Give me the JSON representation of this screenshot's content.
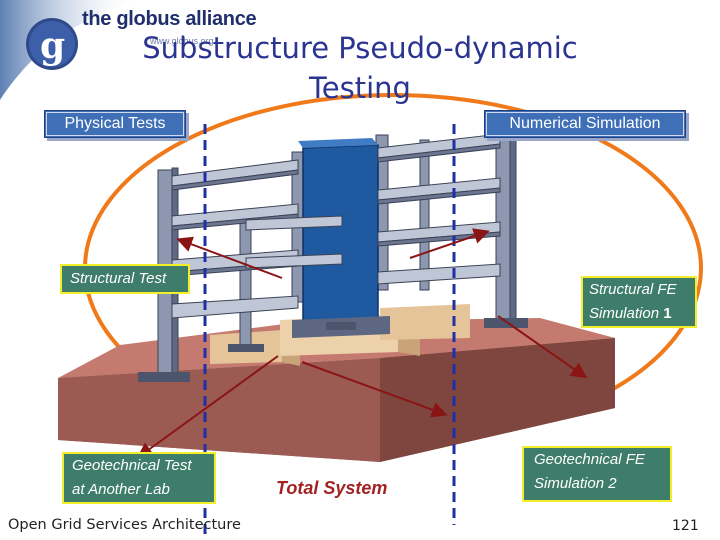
{
  "logo": {
    "brand": "the globus alliance",
    "url": "www.globus.org",
    "letter": "g",
    "icon": "globus-logo"
  },
  "title": {
    "line1": "Substructure Pseudo-dynamic",
    "line2": "Testing"
  },
  "labels": {
    "physical_tests": "Physical Tests",
    "numerical_simulation": "Numerical Simulation",
    "structural_test": "Structural Test",
    "structural_fe_line1": "Structural FE",
    "structural_fe_line2_text": "Simulation",
    "structural_fe_line2_num": "1",
    "geotechnical_test_line1": "Geotechnical Test",
    "geotechnical_test_line2": "at Another Lab",
    "geotechnical_fe_line1": "Geotechnical FE",
    "geotechnical_fe_line2": "Simulation 2",
    "total_system": "Total System"
  },
  "footer": {
    "text": "Open Grid Services Architecture",
    "page": "121"
  },
  "colors": {
    "title": "#2b3490",
    "blue_label": "#3f6fb6",
    "green_label": "#3f7d6b",
    "label_border": "#f2ee2b",
    "ellipse": "#f07a1a",
    "dashed_line": "#1f2fa8",
    "arrow": "#8a1515",
    "total_system": "#a32323",
    "soil": "#9b5a52"
  }
}
